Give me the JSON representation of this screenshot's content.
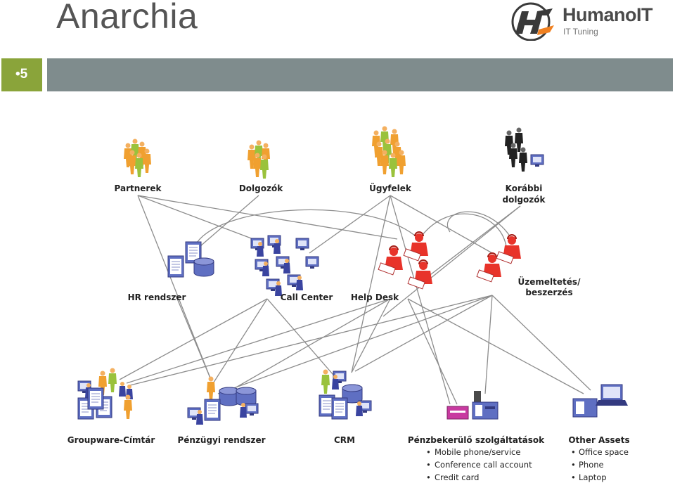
{
  "title": "Anarchia",
  "logo": {
    "name": "HumanoIT",
    "tagline": "IT Tuning"
  },
  "slide_number": "•5",
  "colors": {
    "accent_green": "#8aa43a",
    "band_gray": "#7f8c8d",
    "people_orange": "#f0a030",
    "helpdesk_red": "#e8332a",
    "systems_blue": "#5560b0"
  },
  "nodes": {
    "partnerek": "Partnerek",
    "dolgozok": "Dolgozók",
    "ugyfelek": "Ügyfelek",
    "korabbi_1": "Korábbi",
    "korabbi_2": "dolgozók",
    "hr": "HR rendszer",
    "callcenter": "Call Center",
    "helpdesk": "Help Desk",
    "uzemeltetes_1": "Üzemeltetés/",
    "uzemeltetes_2": "beszerzés",
    "groupware": "Groupware-Címtár",
    "penzugyi": "Pénzügyi rendszer",
    "crm": "CRM",
    "penzbekerulo": "Pénzbekerülő szolgáltatások",
    "other_assets": "Other Assets"
  },
  "penzbekerulo_items": [
    "Mobile phone/service",
    "Conference call account",
    "Credit card"
  ],
  "other_assets_items": [
    "Office space",
    "Phone",
    "Laptop"
  ]
}
